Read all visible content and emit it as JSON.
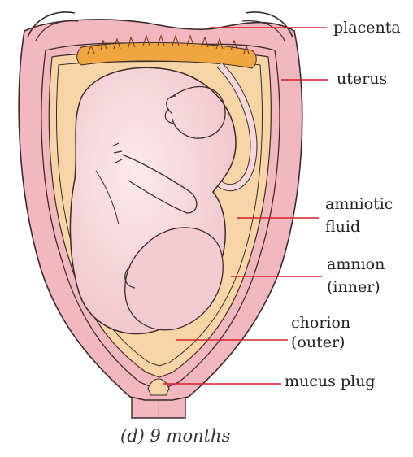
{
  "labels": {
    "placenta": "placenta",
    "uterus": "uterus",
    "amniotic_line1": "amniotic",
    "amniotic_line2": "fluid",
    "amnion_line1": "amnion",
    "amnion_line2": "(inner)",
    "chorion_line1": "chorion",
    "chorion_line2": "(outer)",
    "mucus_plug": "mucus plug"
  },
  "caption": "(d) 9 months",
  "colors": {
    "uterus_wall": "#f3b7bf",
    "outline": "#3a2a2a",
    "amniotic_fluid": "#f7d5a6",
    "placenta": "#f0a640",
    "fetus": "#f6d8dc",
    "pointer_line": "#d4202a"
  }
}
